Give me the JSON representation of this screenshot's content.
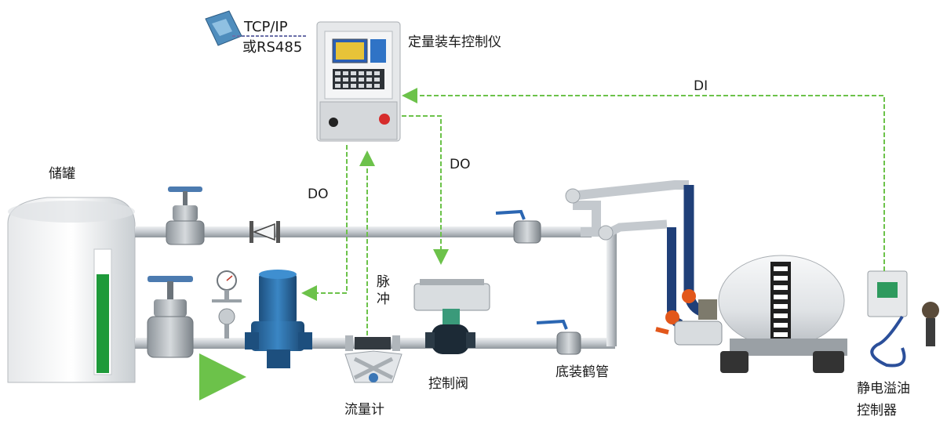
{
  "labels": {
    "comm_line1": "TCP/IP",
    "comm_line2": "或RS485",
    "controller": "定量装车控制仪",
    "signal_di": "DI",
    "signal_do_right": "DO",
    "signal_do_left": "DO",
    "storage_tank": "储罐",
    "pulse_line1": "脉",
    "pulse_line2": "冲",
    "control_valve": "控制阀",
    "bottom_loading_arm": "底装鹤管",
    "flow_meter": "流量计",
    "overflow_line1": "静电溢油",
    "overflow_line2": "控制器"
  },
  "colors": {
    "signal_green": "#6cc24a",
    "pipe": "#c9ced3",
    "pump_blue": "#2b6fa8",
    "tank_fill": "#1e9a3a",
    "hose": "#1f3f78",
    "elbow_orange": "#e2571b"
  }
}
